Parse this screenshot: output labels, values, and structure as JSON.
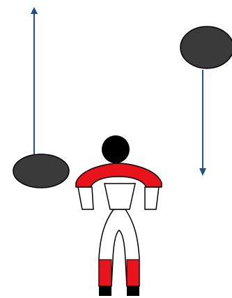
{
  "diagram": {
    "objects": [
      {
        "id": "disc-left",
        "kind": "disc",
        "motion": "upward",
        "arrow_icon": "arrow-up-icon"
      },
      {
        "id": "disc-right",
        "kind": "disc",
        "motion": "downward",
        "arrow_icon": "arrow-down-icon"
      },
      {
        "id": "figure",
        "kind": "person-figure-back-view"
      }
    ],
    "colors": {
      "disc_fill": "#3a3a3a",
      "disc_stroke": "#000000",
      "arrow": "#1f4e8c",
      "head": "#000000",
      "collar": "#e8131b",
      "socks": "#e8131b",
      "shoes": "#000000",
      "outline": "#000000",
      "body_fill": "#ffffff"
    }
  }
}
